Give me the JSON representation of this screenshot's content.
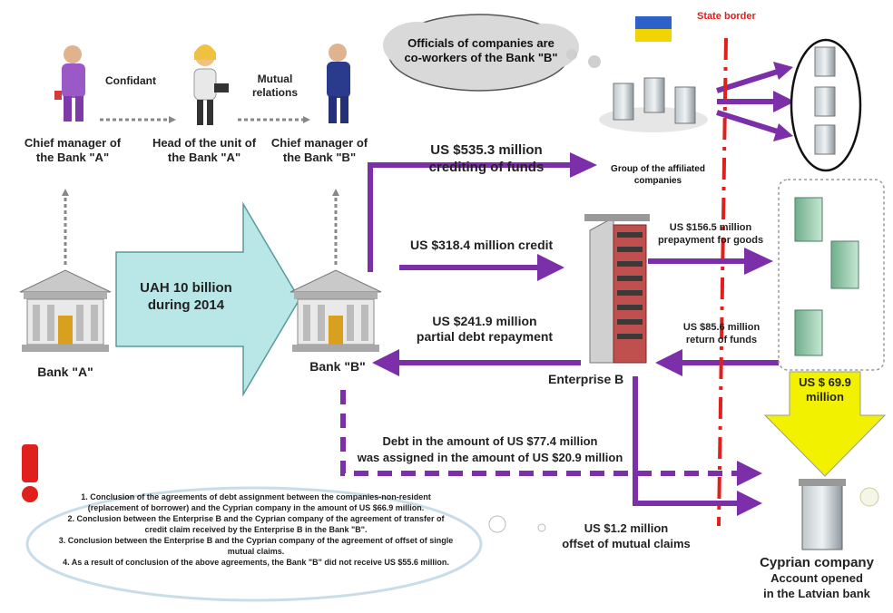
{
  "people": {
    "p1": "Chief manager of the Bank \"A\"",
    "p2": "Head of the unit of the Bank \"A\"",
    "p3": "Chief manager of the Bank \"B\""
  },
  "relations": {
    "confidant": "Confidant",
    "mutual": "Mutual relations"
  },
  "cloud_text": "Officials of companies are co-workers of the Bank \"B\"",
  "state_border": "State border",
  "bank_a": "Bank \"A\"",
  "bank_b": "Bank \"B\"",
  "big_arrow_text": "UAH 10 billion during 2014",
  "crediting": {
    "amount": "US $535.3 million",
    "desc": "crediting of funds"
  },
  "group_label": "Group of the affiliated companies",
  "credit_318": "US $318.4 million credit",
  "prepay": {
    "amount": "US $156.5 million",
    "desc": "prepayment for goods"
  },
  "partial": {
    "amount": "US $241.9 million",
    "desc": "partial debt repayment"
  },
  "return_funds": {
    "amount": "US $85.6 million",
    "desc": "return of funds"
  },
  "enterprise": "Enterprise B",
  "yellow_arrow": {
    "amount": "US $ 69.9",
    "unit": "million"
  },
  "debt": {
    "line1": "Debt in the amount of US $77.4 million",
    "line2": "was assigned in the amount of US $20.9 million"
  },
  "offset": {
    "amount": "US $1.2 million",
    "desc": "offset of mutual claims"
  },
  "cyprian": {
    "name": "Cyprian company",
    "acc1": "Account opened",
    "acc2": "in the Latvian bank"
  },
  "exclamation": "!",
  "notes": [
    "1. Conclusion of the agreements of debt assignment between the companies-non-resident (replacement of borrower) and the Cyprian company in the amount of US $66.9 million.",
    "2. Conclusion between the Enterprise B and the Cyprian company of the agreement of transfer of credit claim received by the Enterprise B in the Bank \"B\".",
    "3. Conclusion between the Enterprise B and the Cyprian company of the agreement of offset of single mutual claims.",
    "4. As a result of conclusion of the above agreements, the Bank \"B\" did not receive US $55.6 million."
  ],
  "colors": {
    "purple": "#7b2fa8",
    "teal_arrow": "#b9e6e6",
    "yellow": "#f2f200",
    "red_border": "#e0201c"
  }
}
